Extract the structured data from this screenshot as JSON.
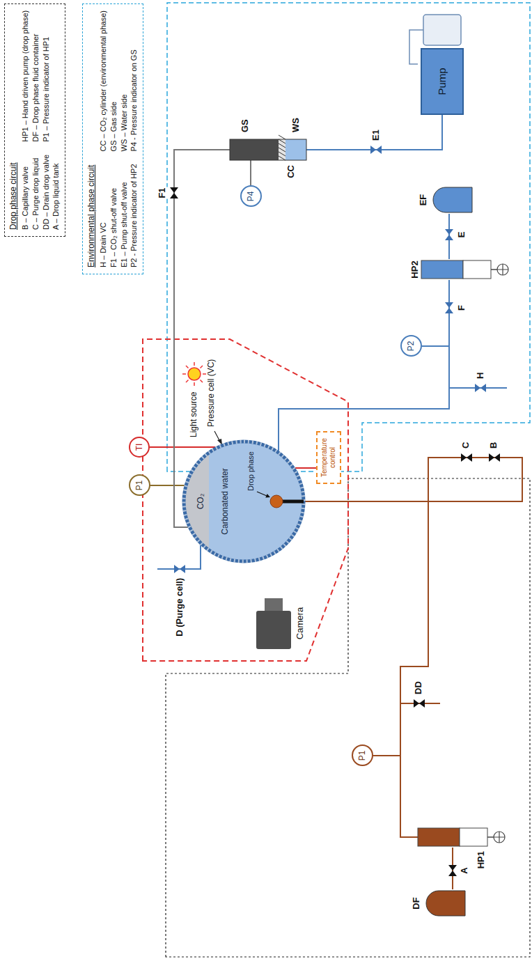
{
  "diagram": {
    "nodes": [
      {
        "text": [
          "Drop phase circuit",
          "B – Capillary valve",
          "HP1 – Hand driven pump (drop phase)",
          "C – Purge drop liquid",
          "DF – Drop phase fluid container",
          "DD – Drain drop valve",
          "P1 – Pressure indicator of HP1",
          "A – Drop liquid tank"
        ]
      },
      {
        "text": [
          "Environmental phase circuit",
          "H – Drain VC",
          "CC – CO₂ cylinder (environmental phase)",
          "F1 – CO₂ shut-off valve",
          "GS – Gas side",
          "E1 – Pump shut-off valve",
          "WS – Water side",
          "P2 - Pressure indicator of HP2",
          "P4 - Pressure indicator on GS"
        ]
      },
      {
        "text": [
          "DF"
        ]
      },
      {
        "text": [
          "HP1"
        ]
      },
      {
        "text": [
          "P1"
        ]
      },
      {
        "text": [
          "CO₂",
          "Carbonated water",
          "Drop phase"
        ]
      },
      {
        "text": [
          "P1"
        ]
      },
      {
        "text": [
          "TI"
        ]
      },
      {
        "text": [
          "Temperature control"
        ]
      },
      {
        "text": [
          "CC"
        ]
      },
      {
        "text": [
          "P4"
        ]
      },
      {
        "text": [
          "Pump"
        ]
      },
      {
        "text": [
          "P2"
        ]
      },
      {
        "text": [
          "HP2"
        ]
      },
      {
        "text": [
          "EF"
        ]
      }
    ],
    "edges": [
      {
        "from": 2,
        "to": 3,
        "arrow": "none"
      },
      {
        "from": 3,
        "to": 4,
        "arrow": "none"
      },
      {
        "from": 3,
        "to": 5,
        "arrow": "none"
      },
      {
        "from": 5,
        "to": 6,
        "arrow": "none"
      },
      {
        "from": 5,
        "to": 7,
        "arrow": "none"
      },
      {
        "from": 5,
        "to": 8,
        "arrow": "none"
      },
      {
        "from": 9,
        "to": 5,
        "arrow": "none"
      },
      {
        "from": 10,
        "to": 9,
        "arrow": "none"
      },
      {
        "from": 9,
        "to": 11,
        "arrow": "none"
      },
      {
        "from": 5,
        "to": 13,
        "arrow": "none"
      },
      {
        "from": 12,
        "to": 13,
        "arrow": "none"
      },
      {
        "from": 13,
        "to": 14,
        "arrow": "none"
      }
    ],
    "labels": [
      "A",
      "C",
      "B",
      "DD",
      "D (Purge cell)",
      "Camera",
      "Light source",
      "Pressure cell (VC)",
      "F1",
      "GS",
      "WS",
      "E1",
      "H",
      "F",
      "E"
    ]
  }
}
